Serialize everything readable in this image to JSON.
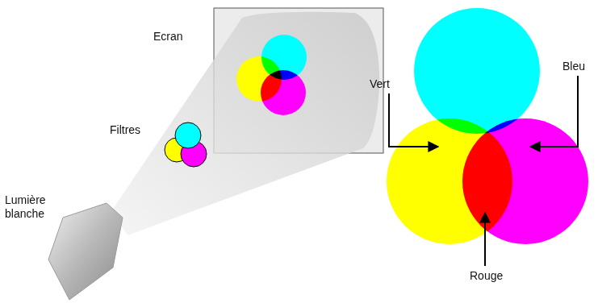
{
  "diagram": {
    "labels": [
      "Ecran",
      "Filtres",
      "Lumière blanche",
      "Vert",
      "Bleu",
      "Rouge"
    ]
  }
}
